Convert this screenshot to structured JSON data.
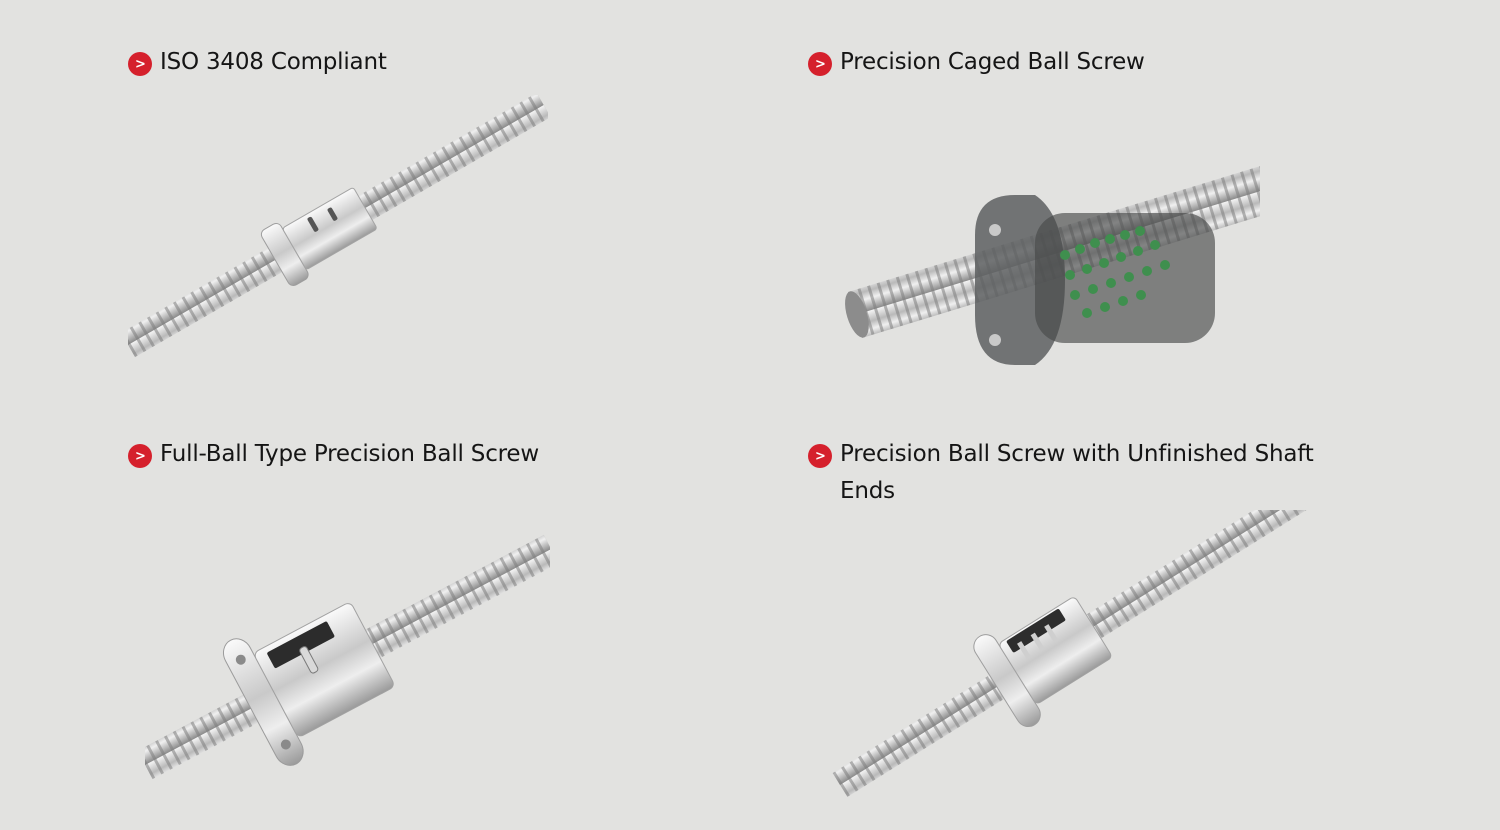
{
  "products": [
    {
      "title": "ISO 3408 Compliant",
      "bullet_icon": "chevron-right-icon"
    },
    {
      "title": "Precision Caged Ball Screw",
      "bullet_icon": "chevron-right-icon"
    },
    {
      "title": "Full-Ball Type Precision Ball Screw",
      "bullet_icon": "chevron-right-icon"
    },
    {
      "title": "Precision Ball Screw with Unfinished Shaft Ends",
      "bullet_icon": "chevron-right-icon"
    }
  ],
  "colors": {
    "background": "#e2e2e0",
    "bullet": "#d5202c",
    "text": "#151515"
  }
}
